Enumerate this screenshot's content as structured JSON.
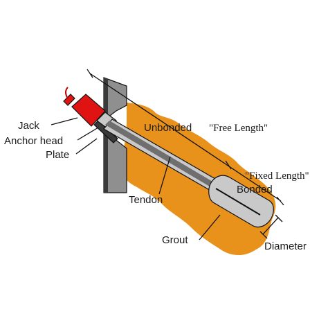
{
  "labels": {
    "jack": "Jack",
    "anchor_head": "Anchor head",
    "plate": "Plate",
    "tendon": "Tendon",
    "grout": "Grout",
    "unbonded": "Unbonded",
    "free_length": "\"Free Length\"",
    "fixed_length": "\"Fixed Length\"",
    "bonded": "Bonded",
    "diameter": "Diameter"
  },
  "colors": {
    "soil": "#e8921c",
    "jack": "#e01313",
    "wall": "#8f8f8f",
    "wall_dark": "#3a3a3a",
    "tendon": "#6f6f6f",
    "grout": "#c9c9c9",
    "outline": "#111111"
  }
}
